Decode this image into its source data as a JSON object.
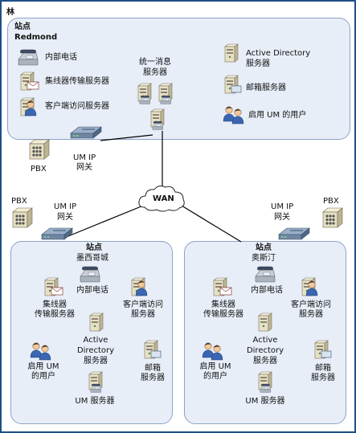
{
  "forest": {
    "label": "林"
  },
  "wan": {
    "label": "WAN"
  },
  "redmond": {
    "title": "站点",
    "name": "Redmond",
    "intranet": "内部电话",
    "hub": "集线器传输服务器",
    "cas": "客户端访问服务器",
    "um_line1": "统一消息",
    "um_line2": "服务器",
    "ad_line1": "Active Directory",
    "ad_line2": "服务器",
    "mailbox": "邮箱服务器",
    "users": "启用 UM 的用户",
    "pbx": "PBX",
    "gw_line1": "UM IP",
    "gw_line2": "网关"
  },
  "mexico": {
    "title": "站点",
    "name": "墨西哥城",
    "intranet": "内部电话",
    "hub_line1": "集线器",
    "hub_line2": "传输服务器",
    "cas_line1": "客户端访问",
    "cas_line2": "服务器",
    "ad_line1": "Active",
    "ad_line2": "Directory",
    "ad_line3": "服务器",
    "users_line1": "启用 UM",
    "users_line2": "的用户",
    "mailbox_line1": "邮箱",
    "mailbox_line2": "服务器",
    "um": "UM 服务器",
    "pbx": "PBX",
    "gw_line1": "UM IP",
    "gw_line2": "网关"
  },
  "austin": {
    "title": "站点",
    "name": "奥斯汀",
    "intranet": "内部电话",
    "hub_line1": "集线器",
    "hub_line2": "传输服务器",
    "cas_line1": "客户端访问",
    "cas_line2": "服务器",
    "ad_line1": "Active",
    "ad_line2": "Directory",
    "ad_line3": "服务器",
    "users_line1": "启用 UM",
    "users_line2": "的用户",
    "mailbox_line1": "邮箱",
    "mailbox_line2": "服务器",
    "um": "UM 服务器",
    "pbx": "PBX",
    "gw_line1": "UM IP",
    "gw_line2": "网关"
  }
}
